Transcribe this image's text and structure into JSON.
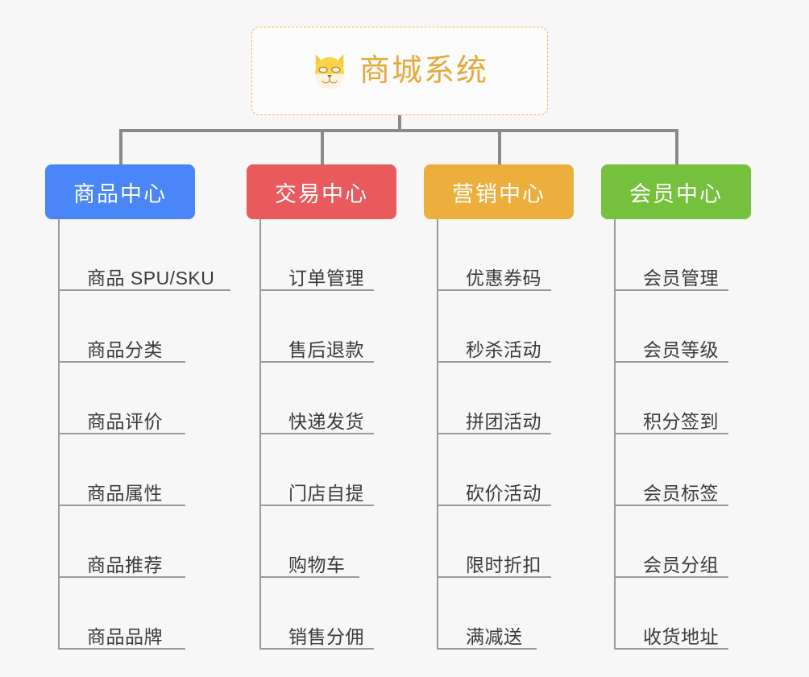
{
  "diagram": {
    "type": "mind-map",
    "background_color": "#f7f7f7",
    "connector_color": "#8a8a8a",
    "root": {
      "title": "商城系统",
      "icon": "shiba-dog-face-icon",
      "text_color": "#e5a93a",
      "border_color": "#f0b84a",
      "border_style": "dashed"
    },
    "categories": [
      {
        "label": "商品中心",
        "color": "#4a86f7",
        "items": [
          "商品 SPU/SKU",
          "商品分类",
          "商品评价",
          "商品属性",
          "商品推荐",
          "商品品牌"
        ]
      },
      {
        "label": "交易中心",
        "color": "#e85a5c",
        "items": [
          "订单管理",
          "售后退款",
          "快递发货",
          "门店自提",
          "购物车",
          "销售分佣"
        ]
      },
      {
        "label": "营销中心",
        "color": "#ecae3d",
        "items": [
          "优惠券码",
          "秒杀活动",
          "拼团活动",
          "砍价活动",
          "限时折扣",
          "满减送"
        ]
      },
      {
        "label": "会员中心",
        "color": "#75c13d",
        "items": [
          "会员管理",
          "会员等级",
          "积分签到",
          "会员标签",
          "会员分组",
          "收货地址"
        ]
      }
    ]
  }
}
